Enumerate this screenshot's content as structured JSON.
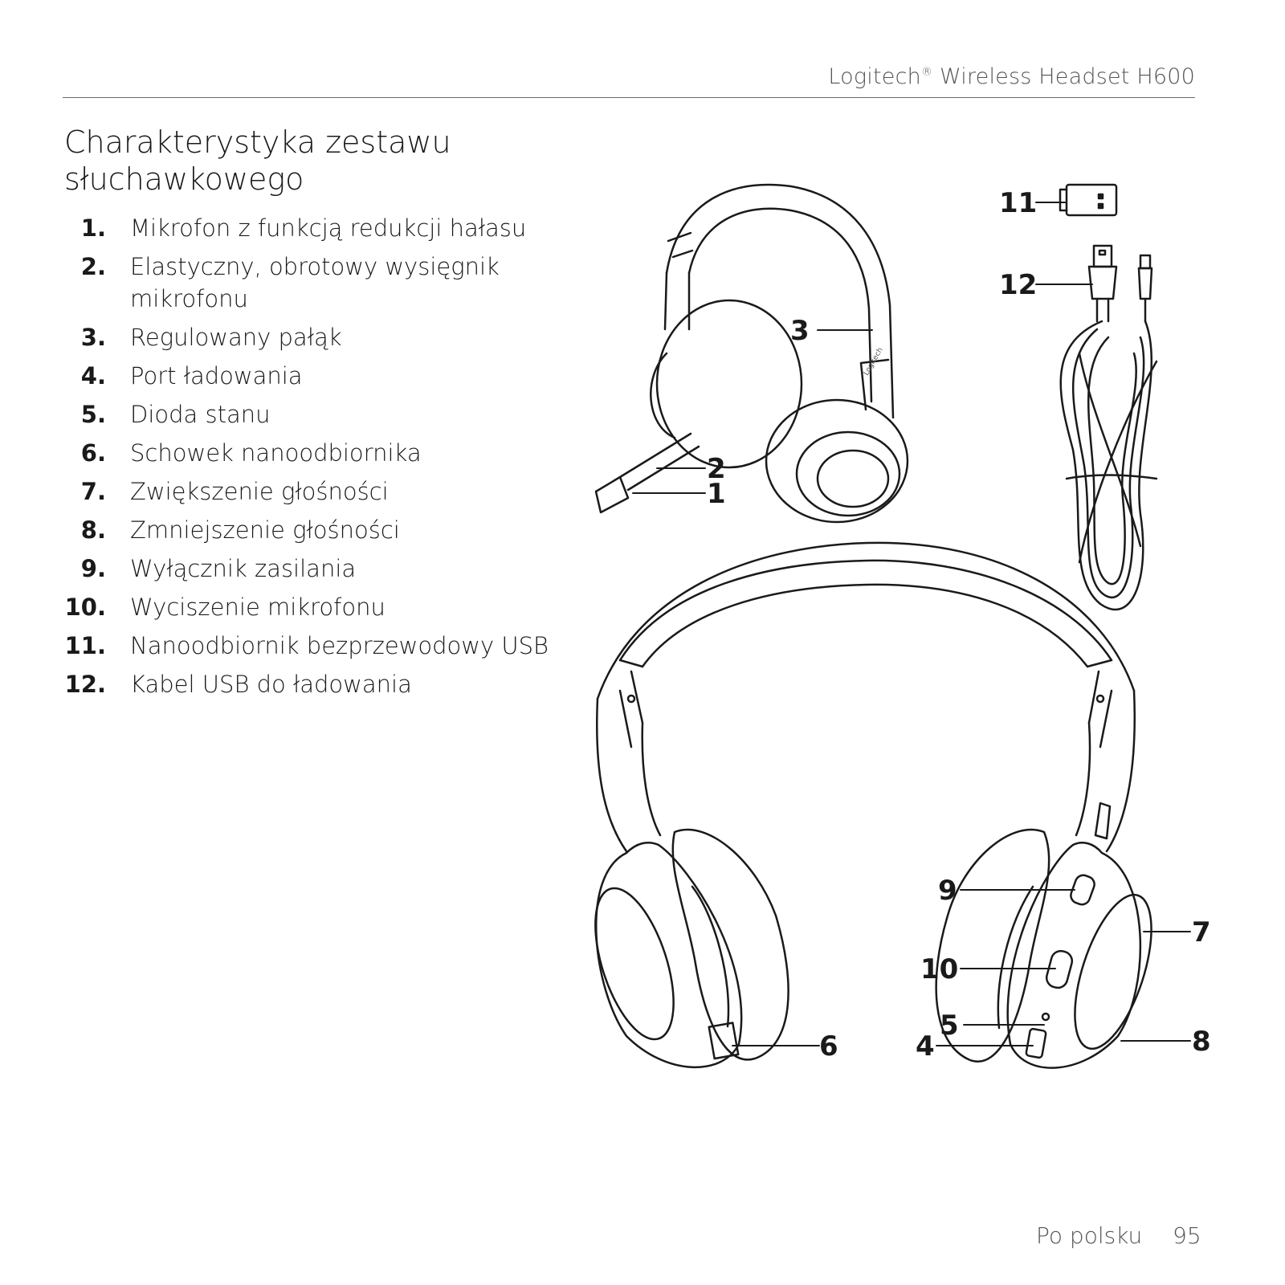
{
  "header": {
    "product_brand": "Logitech",
    "registered_mark": "®",
    "product_model": "Wireless Headset H600"
  },
  "section_title": "Charakterystyka zestawu słuchawkowego",
  "features": [
    {
      "num": "1.",
      "label": "Mikrofon z funkcją redukcji hałasu"
    },
    {
      "num": "2.",
      "label": "Elastyczny, obrotowy wysięgnik mikrofonu"
    },
    {
      "num": "3.",
      "label": "Regulowany pałąk"
    },
    {
      "num": "4.",
      "label": "Port ładowania"
    },
    {
      "num": "5.",
      "label": "Dioda stanu"
    },
    {
      "num": "6.",
      "label": "Schowek nanoodbiornika"
    },
    {
      "num": "7.",
      "label": "Zwiększenie głośności"
    },
    {
      "num": "8.",
      "label": "Zmniejszenie głośności"
    },
    {
      "num": "9.",
      "label": "Wyłącznik zasilania"
    },
    {
      "num": "10.",
      "label": "Wyciszenie mikrofonu"
    },
    {
      "num": "11.",
      "label": "Nanoodbiornik bezprzewodowy USB"
    },
    {
      "num": "12.",
      "label": "Kabel USB do ładowania"
    }
  ],
  "callouts": {
    "c1": "1",
    "c2": "2",
    "c3": "3",
    "c4": "4",
    "c5": "5",
    "c6": "6",
    "c7": "7",
    "c8": "8",
    "c9": "9",
    "c10": "10",
    "c11": "11",
    "c12": "12"
  },
  "footer": {
    "language": "Po polsku",
    "page_number": "95"
  }
}
